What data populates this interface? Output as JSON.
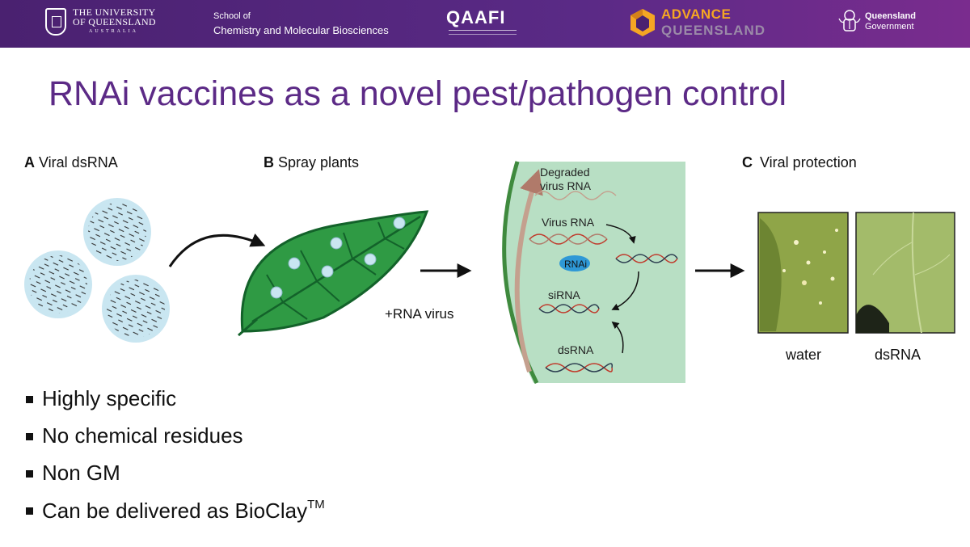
{
  "header": {
    "uq_line1": "THE UNIVERSITY",
    "uq_line2": "OF QUEENSLAND",
    "uq_line3": "AUSTRALIA",
    "school_line1": "School of",
    "school_line2": "Chemistry and Molecular Biosciences",
    "qaafi": "QAAFI",
    "advance_line1": "ADVANCE",
    "advance_line2": "QUEENSLAND",
    "qld_line1": "Queensland",
    "qld_line2": "Government",
    "background_color": "#4a2170"
  },
  "slide": {
    "title": "RNAi vaccines as a novel pest/pathogen control",
    "title_color": "#5c2a86"
  },
  "panels": {
    "a_letter": "A",
    "a_text": "Viral dsRNA",
    "b_letter": "B",
    "b_text": "Spray plants",
    "c_letter": "C",
    "c_text": "Viral protection"
  },
  "diagram": {
    "virus_label": "+RNA virus",
    "degraded_line1": "Degraded",
    "degraded_line2": "virus RNA",
    "virus_rna": "Virus RNA",
    "rnai": "RNAi",
    "sirna": "siRNA",
    "dsrna": "dsRNA"
  },
  "photos": {
    "left_caption": "water",
    "right_caption": "dsRNA"
  },
  "bullets": [
    "Highly specific",
    "No chemical residues",
    "Non GM",
    "Can be delivered as BioClay"
  ],
  "trademark": "TM"
}
